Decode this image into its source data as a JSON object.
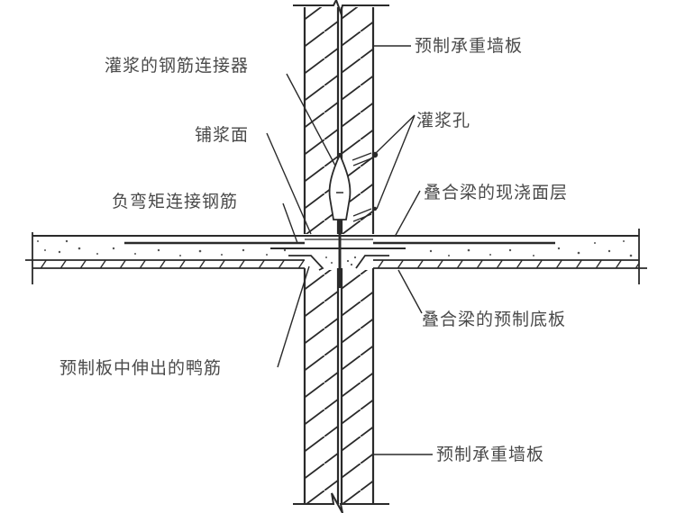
{
  "diagram": {
    "title": "",
    "type": "structural-detail",
    "subject": "Precast load-bearing wall and composite slab connection section",
    "colors": {
      "line": "#2a2a2a",
      "text": "#4a4a4a",
      "background": "#ffffff"
    },
    "labels": {
      "wall_upper": "预制承重墙板",
      "grouted_connector": "灌浆的钢筋连接器",
      "grout_holes": "灌浆孔",
      "grout_bed": "铺浆面",
      "cast_in_place_topping": "叠合梁的现浇面层",
      "negative_moment_rebar": "负弯矩连接钢筋",
      "precast_bottom_slab": "叠合梁的预制底板",
      "duck_rebar": "预制板中伸出的鸭筋",
      "wall_lower": "预制承重墙板"
    }
  }
}
